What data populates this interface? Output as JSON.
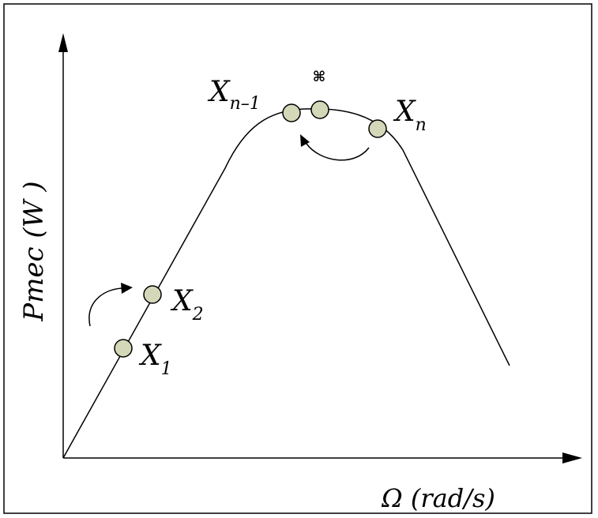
{
  "axes": {
    "y_label": "Pmec (W )",
    "x_label": "Ω (rad/s)"
  },
  "points": {
    "x1": {
      "base": "X",
      "sub": "1"
    },
    "x2": {
      "base": "X",
      "sub": "2"
    },
    "xn_1": {
      "base": "X",
      "sub": "n–1"
    },
    "xn": {
      "base": "X",
      "sub": "n"
    },
    "optimum_marker": "⌘"
  },
  "colors": {
    "point_fill": "#d4d8b8",
    "stroke": "#000000",
    "background": "#ffffff"
  }
}
